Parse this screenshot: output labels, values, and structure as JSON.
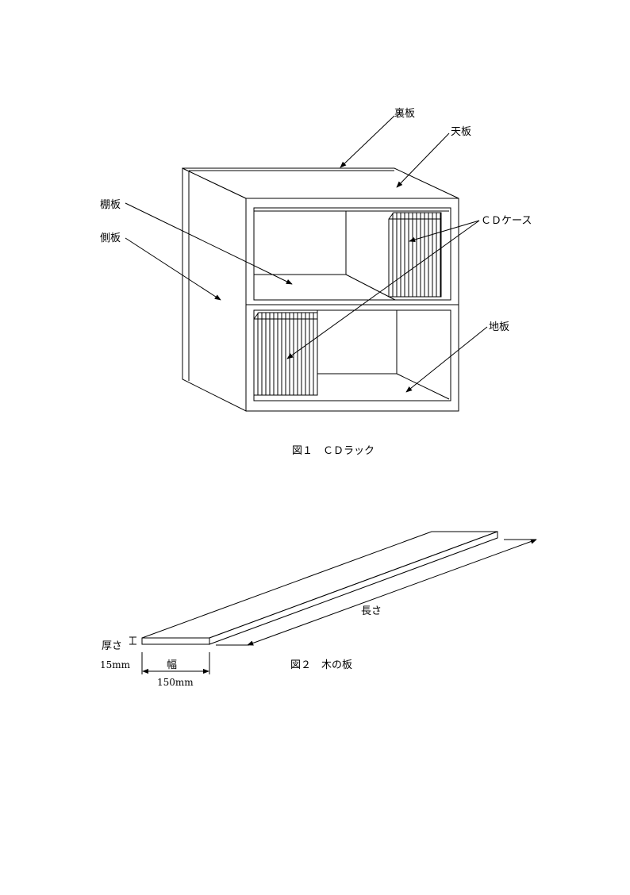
{
  "figure1": {
    "caption": "図１　ＣＤラック",
    "labels": {
      "back_panel": "裏板",
      "top_panel": "天板",
      "shelf_board": "棚板",
      "side_panel": "側板",
      "cd_case": "ＣＤケース",
      "bottom_panel": "地板"
    }
  },
  "figure2": {
    "caption": "図２　木の板",
    "labels": {
      "length": "長さ",
      "thickness": "厚さ",
      "thickness_value": "15mm",
      "width": "幅",
      "width_value": "150mm"
    }
  },
  "colors": {
    "line": "#000000",
    "background": "#ffffff"
  }
}
